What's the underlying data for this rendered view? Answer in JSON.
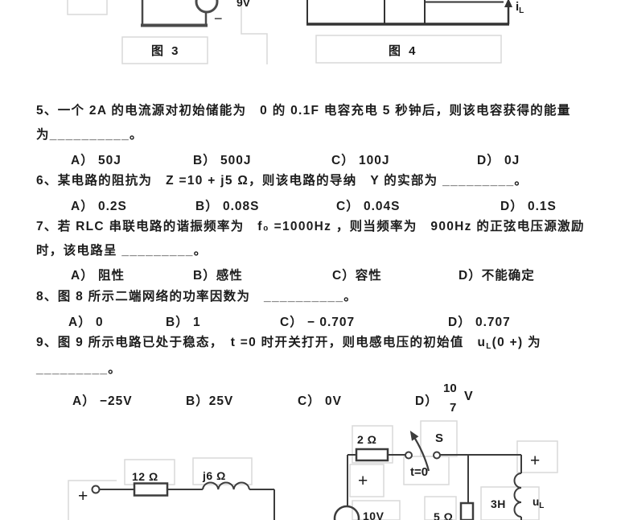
{
  "figures_top": {
    "fig3": {
      "caption": "图 3",
      "source_label": "9V",
      "minus_sign": "−"
    },
    "fig4": {
      "caption": "图 4",
      "current_var": "i",
      "current_sub": "L"
    }
  },
  "questions": [
    {
      "lines": [
        "5、一个 2A 的电流源对初始储能为　0 的 0.1F 电容充电 5 秒钟后，则该电容获得的能量",
        "为__________。"
      ],
      "options": [
        "A） 50J",
        "B） 500J",
        "C） 100J",
        "D） 0J"
      ]
    },
    {
      "lines": [
        "6、某电路的阻抗为　Z =10 + j5 Ω，则该电路的导纳　Y 的实部为 _________。"
      ],
      "options": [
        "A） 0.2S",
        "B） 0.08S",
        "C） 0.04S",
        "D） 0.1S"
      ]
    },
    {
      "lines": [
        "7、若 RLC 串联电路的谐振频率为　f₀ =1000Hz ，则当频率为　900Hz 的正弦电压源激励",
        "时，该电路呈 _________。"
      ],
      "options": [
        "A） 阻性",
        "B）感性",
        "C）容性",
        "D）不能确定"
      ]
    },
    {
      "lines": [
        "8、图 8 所示二端网络的功率因数为　__________。"
      ],
      "options": [
        "A） 0",
        "B） 1",
        "C） − 0.707",
        "D） 0.707"
      ]
    },
    {
      "stem": {
        "pre": "9、图 9 所示电路已处于稳态，　t =0 时开关打开，则电感电压的初始值　",
        "var": "u",
        "sub": "L",
        "post": "(0 +) 为"
      },
      "lines": [
        "_________。"
      ],
      "options": [
        "A） −25V",
        "B）25V",
        "C） 0V"
      ],
      "option_d": {
        "label": "D）",
        "numerator": "10",
        "denominator": "7",
        "unit": "V"
      }
    }
  ],
  "circuit_fig8": {
    "plus": "+",
    "resistor_label": "12 Ω",
    "inductor_label": "j6 Ω"
  },
  "circuit_fig9": {
    "resistor1_label": "2 Ω",
    "switch_label": "S",
    "switch_time": "t=0",
    "plus_source": "+",
    "plus_inductor": "+",
    "source_label": "10V",
    "resistor2_label": "5 Ω",
    "inductor_label": "3H",
    "voltage_var": "u",
    "voltage_sub": "L"
  },
  "colors": {
    "ink": "#1c1c1c",
    "wire": "#3c3c3c",
    "artifact": "#d9d9d9"
  }
}
